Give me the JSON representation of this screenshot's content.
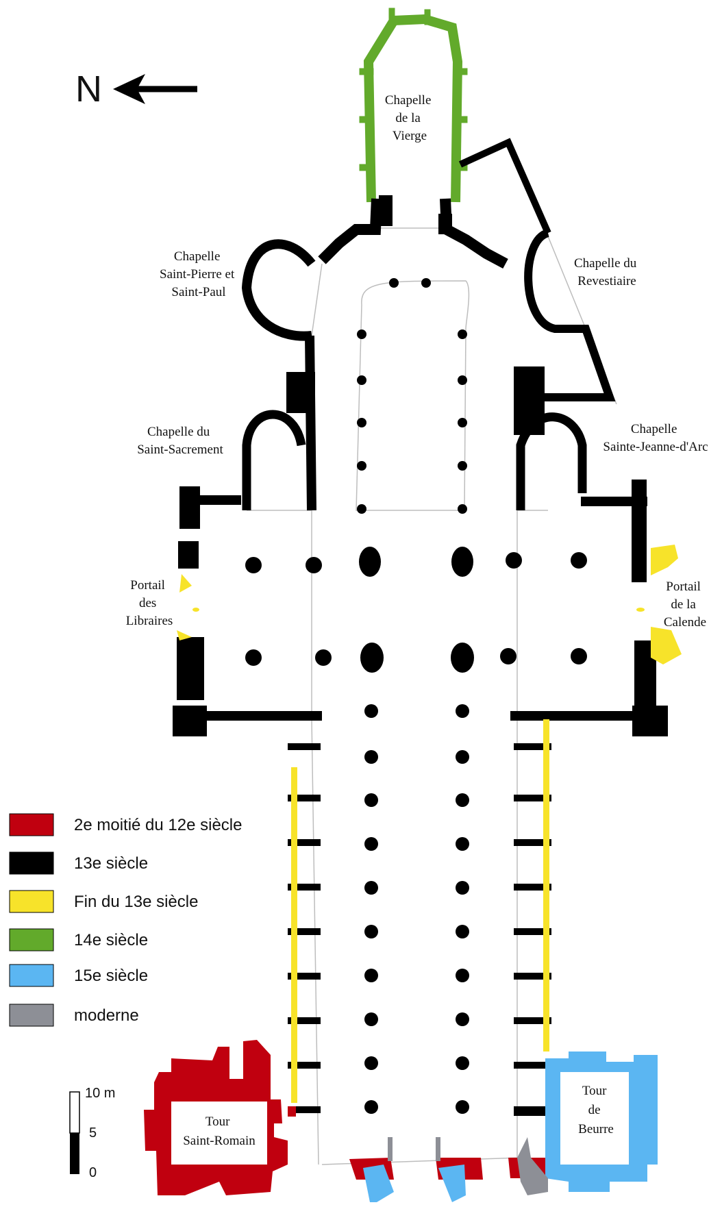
{
  "north_label": "N",
  "labels": {
    "chapelle_vierge": [
      "Chapelle",
      "de la",
      "Vierge"
    ],
    "chapelle_saint_pierre": [
      "Chapelle",
      "Saint-Pierre et",
      "Saint-Paul"
    ],
    "chapelle_revestiaire": [
      "Chapelle du",
      "Revestiaire"
    ],
    "chapelle_saint_sacrement": [
      "Chapelle du",
      "Saint-Sacrement"
    ],
    "chapelle_jeanne": [
      "Chapelle",
      "Sainte-Jeanne-d'Arc"
    ],
    "portail_libraires": [
      "Portail",
      "des",
      "Libraires"
    ],
    "portail_calende": [
      "Portail",
      "de la",
      "Calende"
    ],
    "tour_saint_romain": [
      "Tour",
      "Saint-Romain"
    ],
    "tour_beurre": [
      "Tour",
      "de",
      "Beurre"
    ]
  },
  "legend": [
    {
      "label": "2e moitié du 12e siècle",
      "color": "#c0000f"
    },
    {
      "label": "13e siècle",
      "color": "#000000"
    },
    {
      "label": "Fin du 13e siècle",
      "color": "#f7e32a"
    },
    {
      "label": "14e siècle",
      "color": "#62aa2b"
    },
    {
      "label": "15e siècle",
      "color": "#5bb6f2"
    },
    {
      "label": "moderne",
      "color": "#8d8f96"
    }
  ],
  "scale": {
    "top": "10 m",
    "mid": "5",
    "bottom": "0"
  }
}
